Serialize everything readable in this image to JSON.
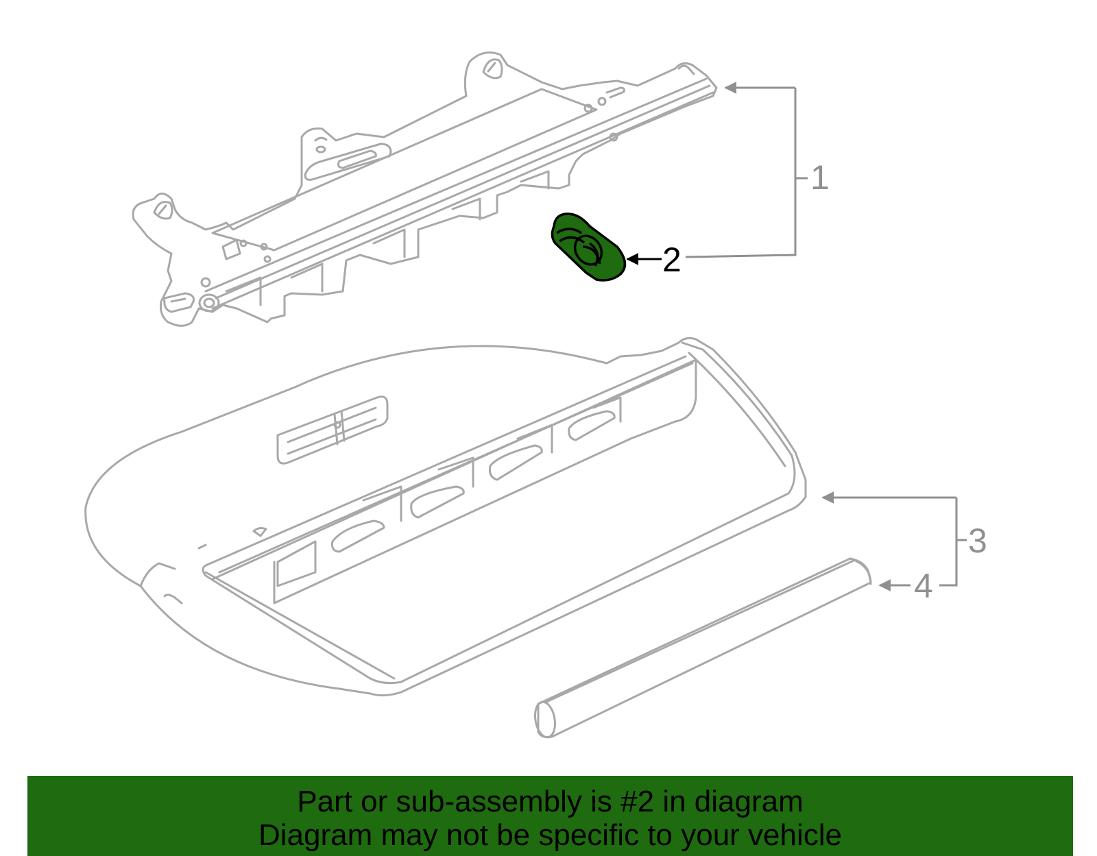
{
  "colors": {
    "highlight": "#1f6b10",
    "line_art": "#a8a8a8",
    "inactive_callout": "#909090",
    "active_callout": "#000000"
  },
  "callouts": [
    {
      "label": "1",
      "state": "inactive"
    },
    {
      "label": "2",
      "state": "active"
    },
    {
      "label": "3",
      "state": "inactive"
    },
    {
      "label": "4",
      "state": "inactive"
    }
  ],
  "highlighted_part": "2",
  "banner": {
    "line1": "Part or sub-assembly is #2 in diagram",
    "line2": "Diagram may not be specific to your vehicle"
  }
}
